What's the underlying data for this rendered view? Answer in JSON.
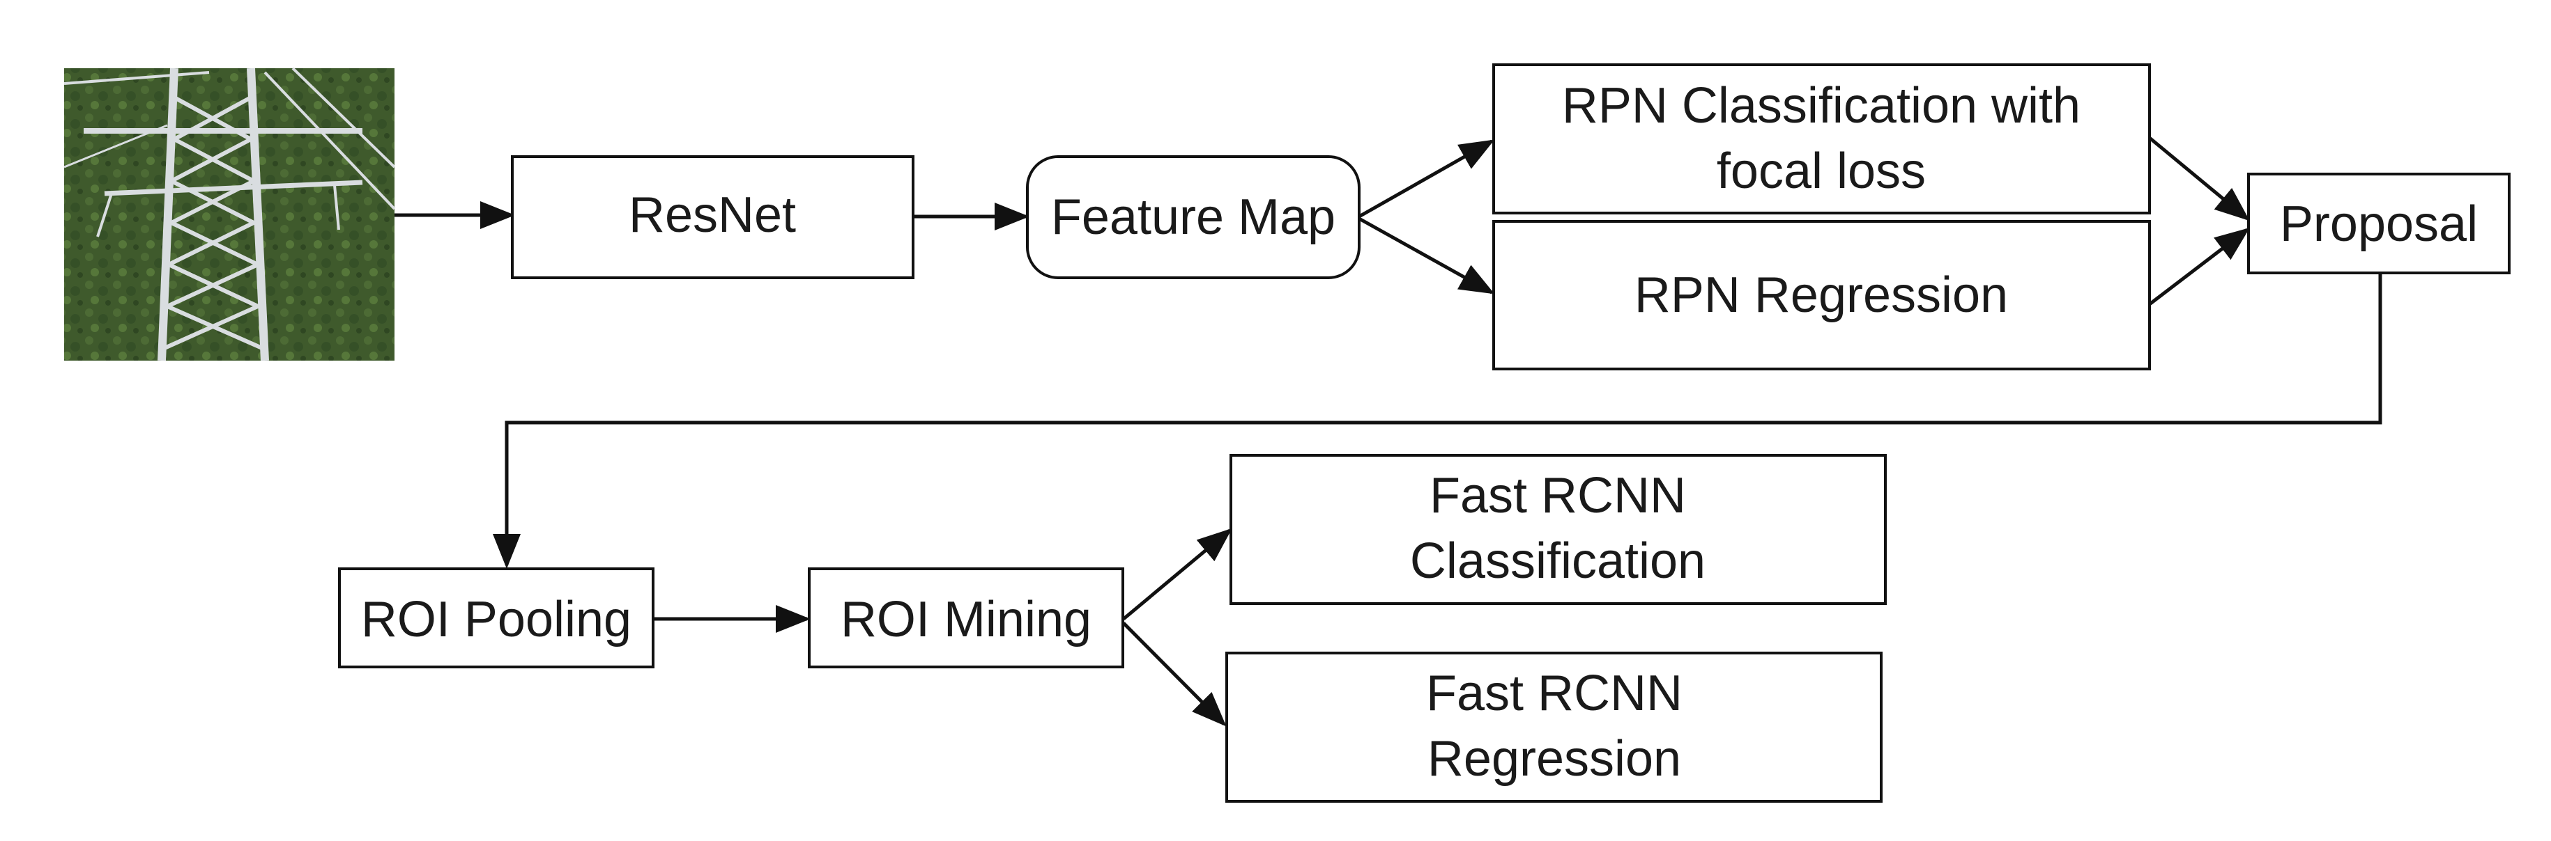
{
  "diagram": {
    "nodes": {
      "resnet": {
        "lines": [
          "ResNet"
        ]
      },
      "feature_map": {
        "lines": [
          "Feature Map"
        ]
      },
      "rpn_cls": {
        "lines": [
          "RPN Classification with",
          "focal loss"
        ]
      },
      "rpn_reg": {
        "lines": [
          "RPN Regression"
        ]
      },
      "proposal": {
        "lines": [
          "Proposal"
        ]
      },
      "roi_pooling": {
        "lines": [
          "ROI Pooling"
        ]
      },
      "roi_mining": {
        "lines": [
          "ROI Mining"
        ]
      },
      "fast_cls": {
        "lines": [
          "Fast RCNN",
          "Classification"
        ]
      },
      "fast_reg": {
        "lines": [
          "Fast RCNN",
          "Regression"
        ]
      }
    },
    "input_image": {
      "subject": "transmission tower",
      "background_color": "#3f5a2c",
      "structure_color": "#d9dde0"
    },
    "colors": {
      "stroke": "#111111",
      "text": "#1a1a1a",
      "background": "#ffffff"
    }
  }
}
